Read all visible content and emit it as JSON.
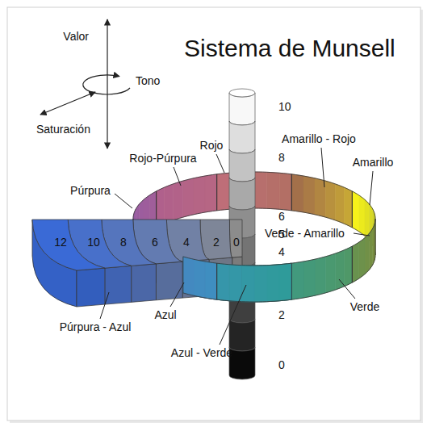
{
  "diagram": {
    "title": "Sistema de Munsell",
    "labels": [
      "Valor",
      "Tono",
      "Saturación",
      "Rojo-Púrpura",
      "Rojo",
      "Amarillo - Rojo",
      "Amarillo",
      "Púrpura",
      "Verde - Amarillo",
      "Verde",
      "Azul",
      "Azul - Verde",
      "Púrpura - Azul",
      "10",
      "8",
      "6",
      "5",
      "4",
      "2",
      "0",
      "12",
      "10",
      "8",
      "6",
      "4",
      "2",
      "0"
    ]
  }
}
